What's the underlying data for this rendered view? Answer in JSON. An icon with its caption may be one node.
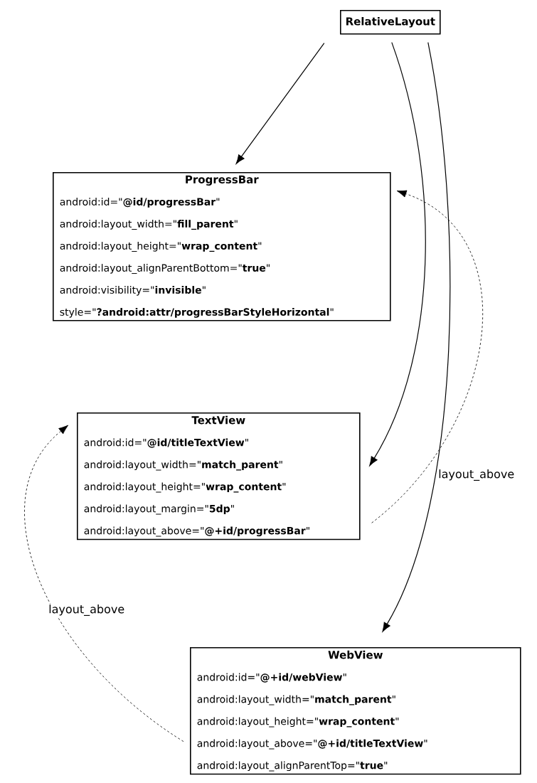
{
  "diagram": {
    "nodes": [
      {
        "text": [
          "RelativeLayout"
        ]
      },
      {
        "text": [
          "ProgressBar",
          "android:id=\"**@id/progressBar**\"",
          "android:layout_width=\"**fill_parent**\"",
          "android:layout_height=\"**wrap_content**\"",
          "android:layout_alignParentBottom=\"**true**\"",
          "android:visibility=\"**invisible**\"",
          "style=\"**?android:attr/progressBarStyleHorizontal**\""
        ]
      },
      {
        "text": [
          "TextView",
          "android:id=\"**@id/titleTextView**\"",
          "android:layout_width=\"**match_parent**\"",
          "android:layout_height=\"**wrap_content**\"",
          "android:layout_margin=\"**5dp**\"",
          "android:layout_above=\"**@+id/progressBar**\""
        ]
      },
      {
        "text": [
          "WebView",
          "android:id=\"**@+id/webView**\"",
          "android:layout_width=\"**match_parent**\"",
          "android:layout_height=\"**wrap_content**\"",
          "android:layout_above=\"**@+id/titleTextView**\"",
          "android:layout_alignParentTop=\"**true**\""
        ]
      }
    ],
    "edges": [
      {
        "from": 0,
        "to": 1,
        "arrow": "to"
      },
      {
        "from": 0,
        "to": 2,
        "arrow": "to"
      },
      {
        "from": 0,
        "to": 3,
        "arrow": "to"
      },
      {
        "from": 2,
        "to": 1,
        "arrow": "to",
        "label": "layout_above",
        "style": "dashed"
      },
      {
        "from": 3,
        "to": 2,
        "arrow": "to",
        "label": "layout_above",
        "style": "dashed"
      }
    ]
  }
}
